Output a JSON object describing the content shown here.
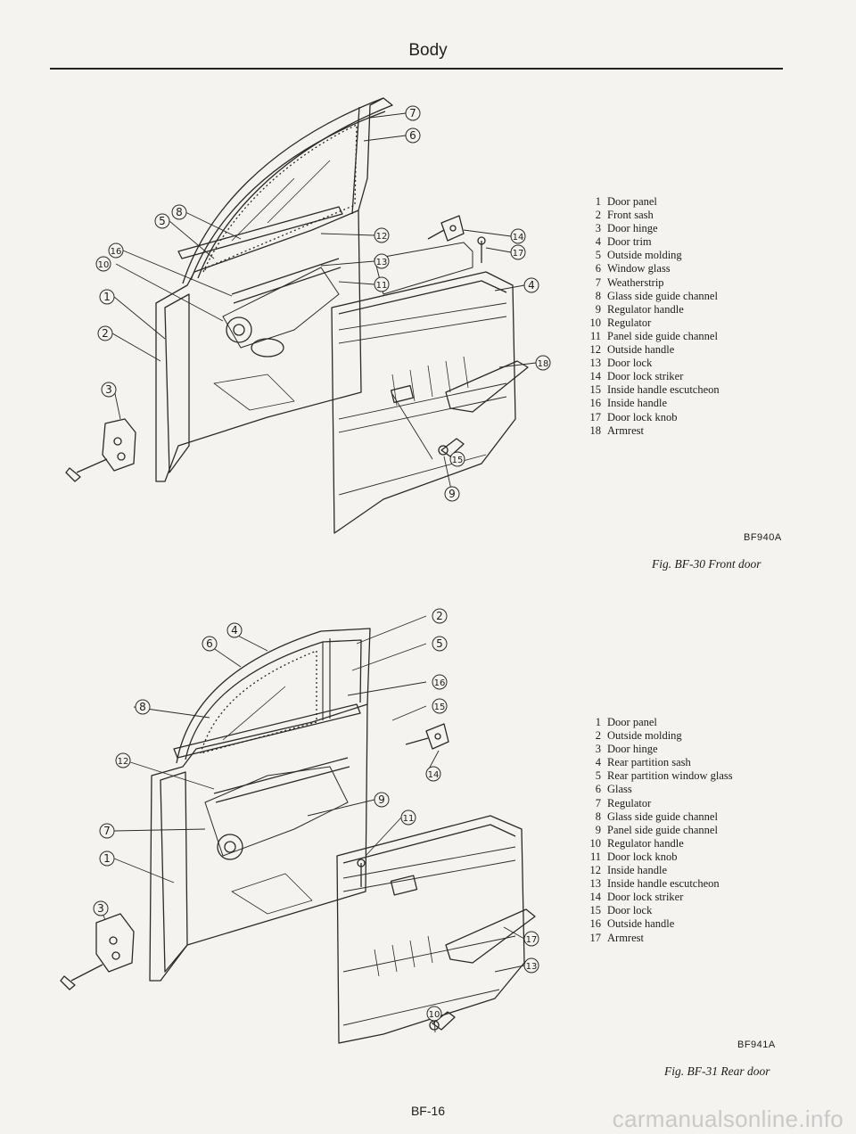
{
  "header": {
    "title": "Body"
  },
  "front_figure": {
    "parts": [
      {
        "num": "1",
        "name": "Door panel"
      },
      {
        "num": "2",
        "name": "Front sash"
      },
      {
        "num": "3",
        "name": "Door hinge"
      },
      {
        "num": "4",
        "name": "Door trim"
      },
      {
        "num": "5",
        "name": "Outside molding"
      },
      {
        "num": "6",
        "name": "Window glass"
      },
      {
        "num": "7",
        "name": "Weatherstrip"
      },
      {
        "num": "8",
        "name": "Glass side guide channel"
      },
      {
        "num": "9",
        "name": "Regulator handle"
      },
      {
        "num": "10",
        "name": "Regulator"
      },
      {
        "num": "11",
        "name": "Panel side guide channel"
      },
      {
        "num": "12",
        "name": "Outside handle"
      },
      {
        "num": "13",
        "name": "Door lock"
      },
      {
        "num": "14",
        "name": "Door lock striker"
      },
      {
        "num": "15",
        "name": "Inside handle escutcheon"
      },
      {
        "num": "16",
        "name": "Inside handle"
      },
      {
        "num": "17",
        "name": "Door lock knob"
      },
      {
        "num": "18",
        "name": "Armrest"
      }
    ],
    "code": "BF940A",
    "caption": "Fig. BF-30  Front door",
    "callouts": [
      "7",
      "6",
      "8",
      "5",
      "12",
      "14",
      "17",
      "16",
      "10",
      "13",
      "4",
      "11",
      "1",
      "2",
      "18",
      "3",
      "15",
      "9"
    ]
  },
  "rear_figure": {
    "parts": [
      {
        "num": "1",
        "name": "Door panel"
      },
      {
        "num": "2",
        "name": "Outside molding"
      },
      {
        "num": "3",
        "name": "Door hinge"
      },
      {
        "num": "4",
        "name": "Rear partition sash"
      },
      {
        "num": "5",
        "name": "Rear partition window glass"
      },
      {
        "num": "6",
        "name": "Glass"
      },
      {
        "num": "7",
        "name": "Regulator"
      },
      {
        "num": "8",
        "name": "Glass side guide channel"
      },
      {
        "num": "9",
        "name": "Panel side guide channel"
      },
      {
        "num": "10",
        "name": "Regulator handle"
      },
      {
        "num": "11",
        "name": "Door lock knob"
      },
      {
        "num": "12",
        "name": "Inside handle"
      },
      {
        "num": "13",
        "name": "Inside handle escutcheon"
      },
      {
        "num": "14",
        "name": "Door lock striker"
      },
      {
        "num": "15",
        "name": "Door lock"
      },
      {
        "num": "16",
        "name": "Outside handle"
      },
      {
        "num": "17",
        "name": "Armrest"
      }
    ],
    "code": "BF941A",
    "caption": "Fig. BF-31  Rear door",
    "callouts": [
      "2",
      "4",
      "6",
      "5",
      "16",
      "15",
      "8",
      "12",
      "14",
      "9",
      "11",
      "7",
      "1",
      "3",
      "17",
      "13",
      "10"
    ]
  },
  "footer": {
    "page_number": "BF-16",
    "watermark": "carmanualsonline.info"
  }
}
